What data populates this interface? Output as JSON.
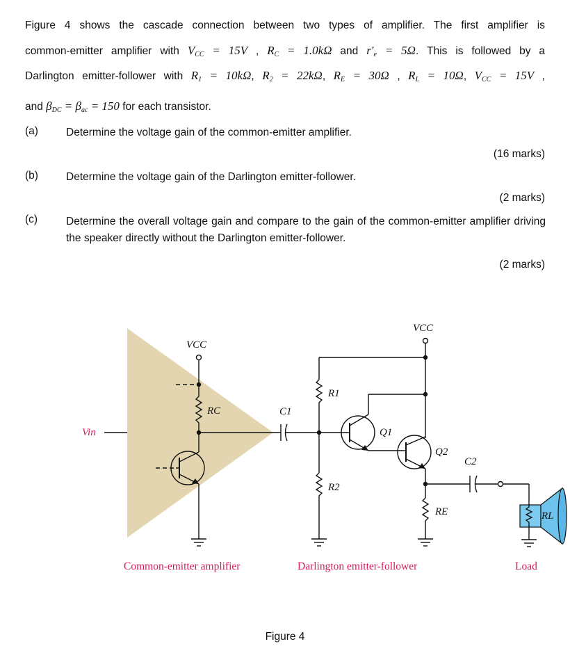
{
  "intro": {
    "line1": {
      "t1": "Figure 4 shows the cascade connection between two types of amplifier. The first amplifier is"
    },
    "line2": {
      "t1": "common-emitter amplifier with",
      "vcc": "V",
      "vcc_sub": "CC",
      "vcc_val": " = 15V",
      "sep1": " , ",
      "rc": "R",
      "rc_sub": "C",
      "rc_val": " = 1.0kΩ",
      "and": " and ",
      "re": "r′",
      "re_sub": "e",
      "re_val": " = 5Ω",
      "t2": ". This is followed by a"
    },
    "line3": {
      "t1": "Darlington emitter-follower with",
      "r1": "R",
      "r1_sub": "1",
      "r1_val": " = 10kΩ",
      "r2": "R",
      "r2_sub": "2",
      "r2_val": " = 22kΩ",
      "re": "R",
      "re_sub": "E",
      "re_val": " = 30Ω",
      "rl": "R",
      "rl_sub": "L",
      "rl_val": " = 10Ω",
      "vcc": "V",
      "vcc_sub": "CC",
      "vcc_val": " = 15V",
      "sep": " , "
    },
    "line4": {
      "t1": "and ",
      "bdc": "β",
      "bdc_sub": "DC",
      "eq": " = ",
      "bac": "β",
      "bac_sub": "ac",
      "val": " = 150",
      "t2": " for each transistor."
    }
  },
  "questions": [
    {
      "label": "(a)",
      "text": "Determine the voltage gain of the common-emitter amplifier.",
      "marks": "(16 marks)"
    },
    {
      "label": "(b)",
      "text": "Determine the voltage gain of the Darlington emitter-follower.",
      "marks": "(2 marks)"
    },
    {
      "label": "(c)",
      "text": "Determine the overall voltage gain and compare to the gain of the common-emitter amplifier driving the speaker directly without the Darlington emitter-follower.",
      "marks": "(2 marks)"
    }
  ],
  "circuit": {
    "vcc_left": "VCC",
    "vcc_right": "VCC",
    "rc": "RC",
    "c1": "C1",
    "r1": "R1",
    "r2": "R2",
    "q1": "Q1",
    "q2": "Q2",
    "c2": "C2",
    "re": "RE",
    "rl": "RL",
    "vin": "Vin",
    "caption_ce": "Common-emitter amplifier",
    "caption_darlington": "Darlington emitter-follower",
    "caption_load": "Load",
    "colors": {
      "triangle": "#e3d5b0",
      "caption": "#d81b60",
      "wire": "#111111"
    }
  },
  "figure_label": "Figure 4"
}
